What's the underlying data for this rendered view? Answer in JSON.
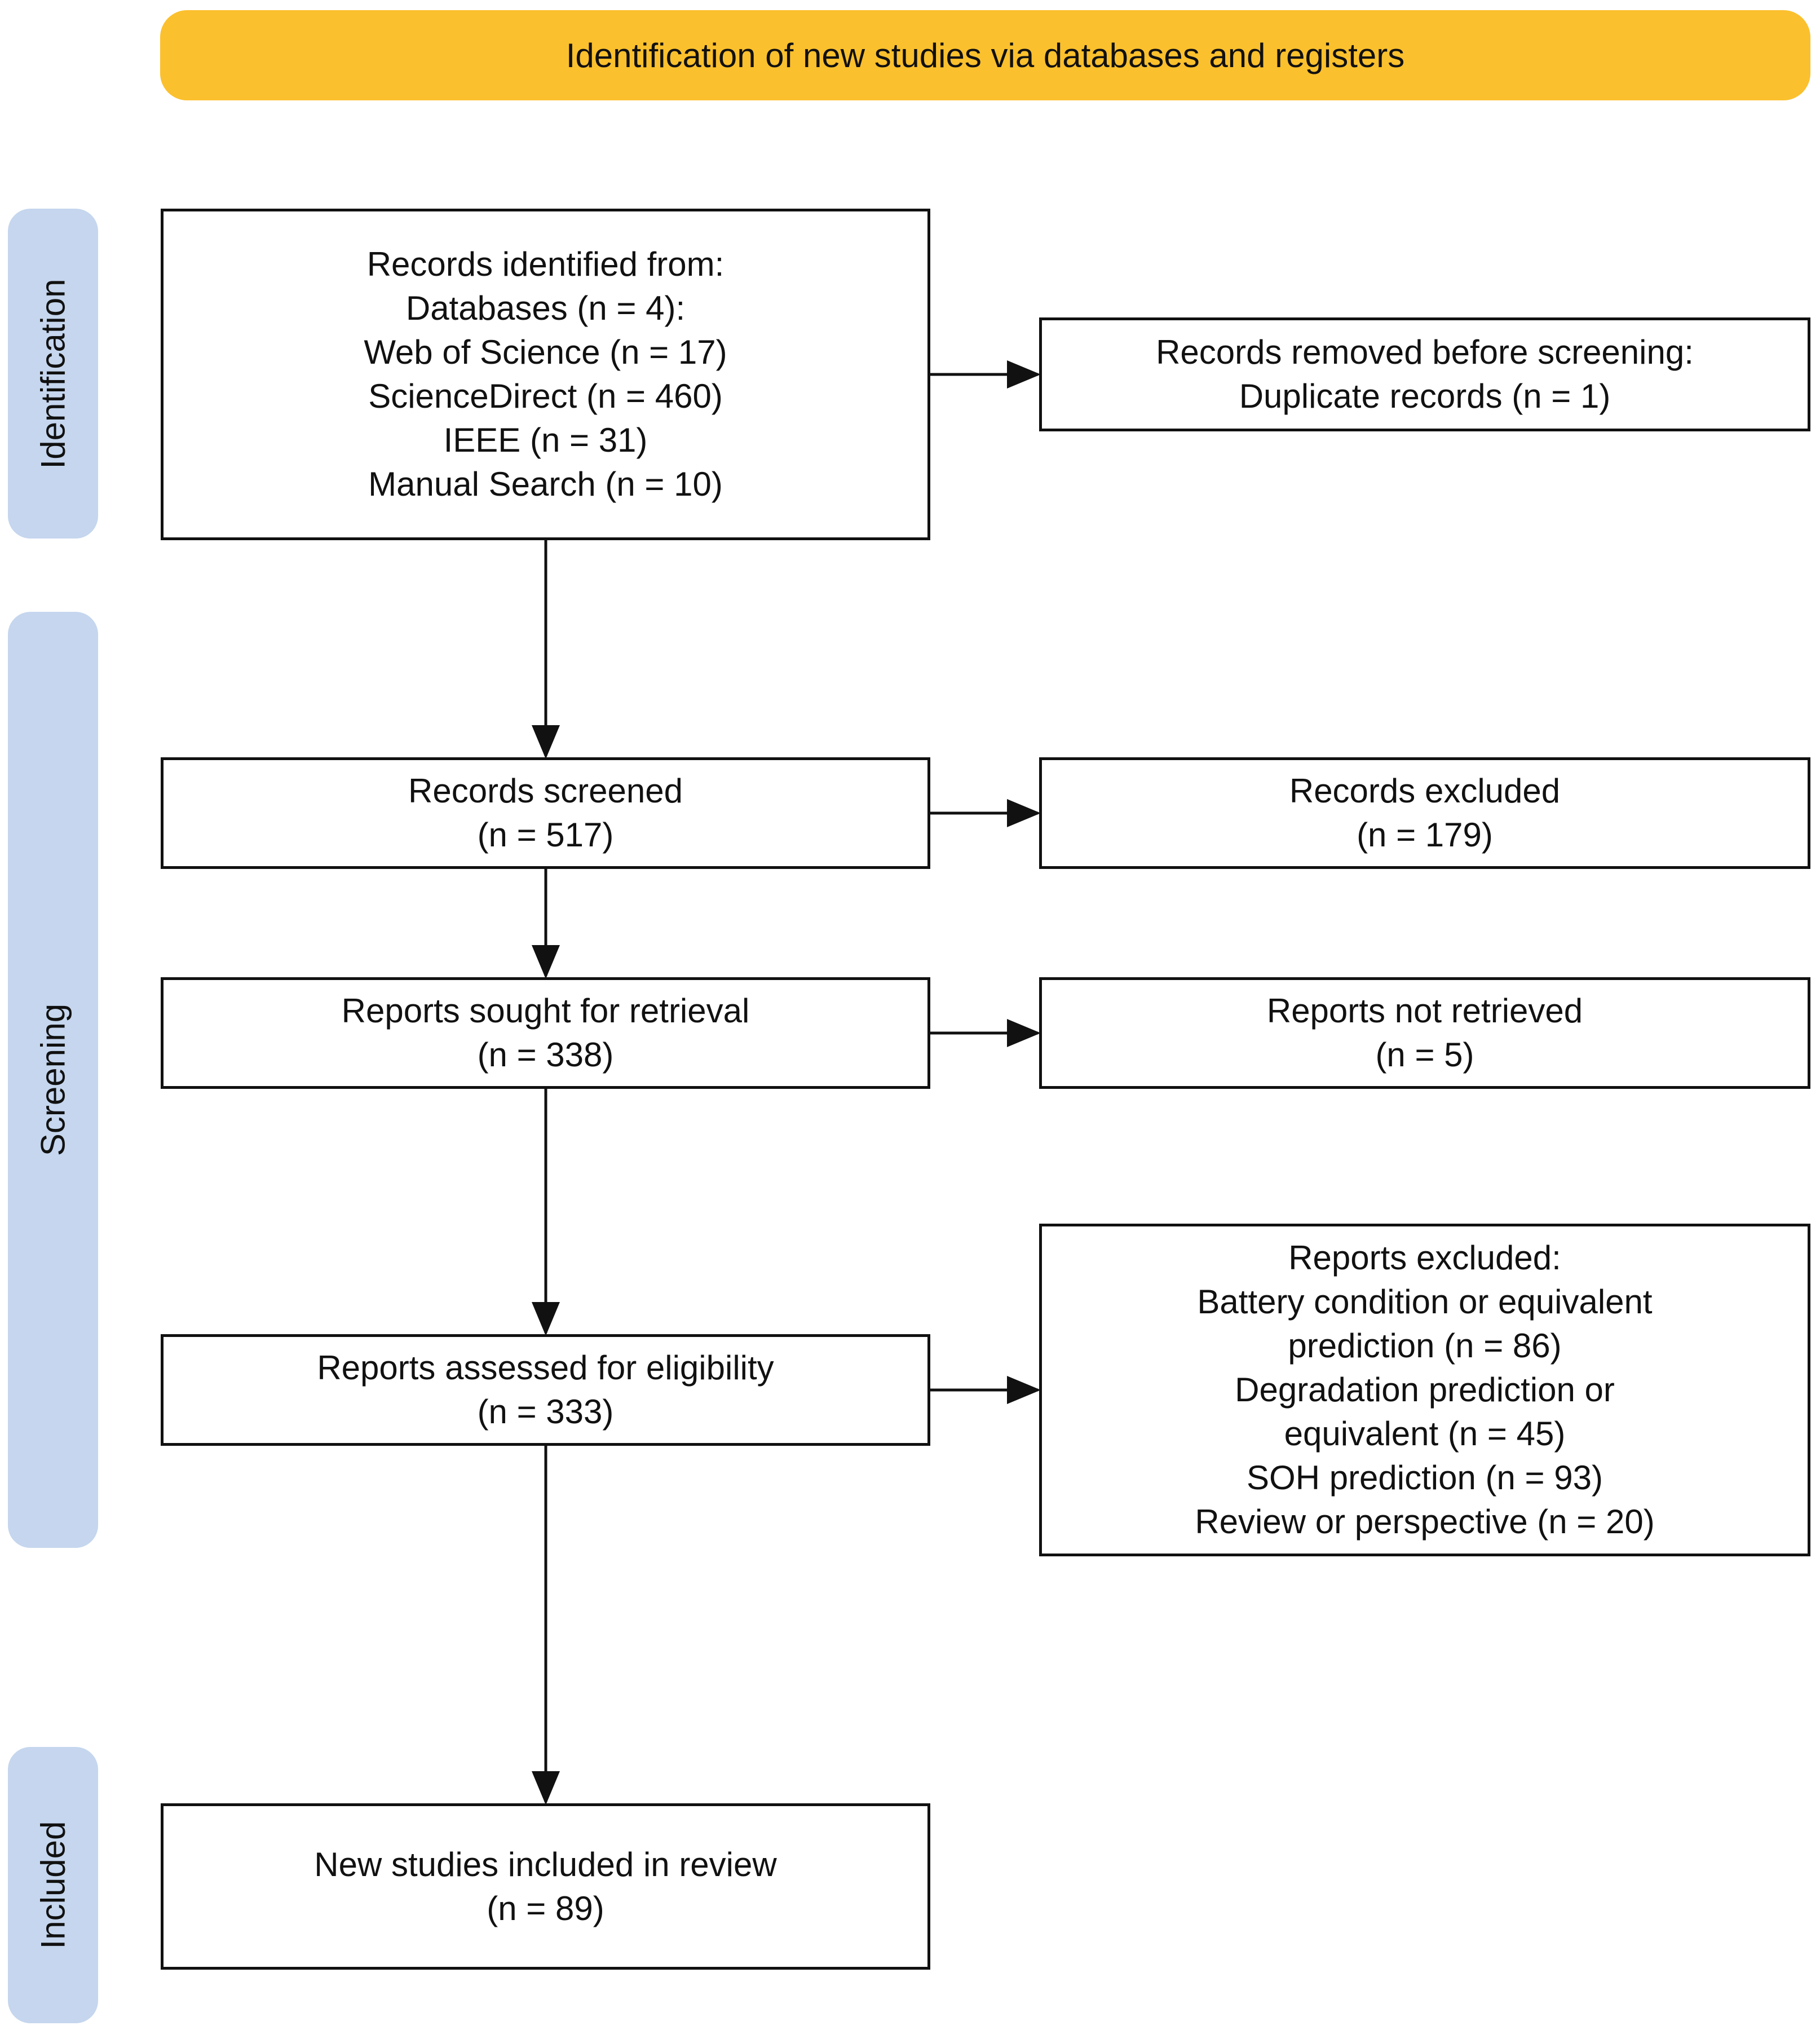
{
  "header": {
    "title": "Identification of new studies via databases and registers",
    "color": "#FBC02D"
  },
  "phases": {
    "identification": "Identification",
    "screening": "Screening",
    "included": "Included",
    "color": "#C5D6EE"
  },
  "boxes": {
    "records_identified": {
      "lines": [
        "Records identified from:",
        "Databases (n = 4):",
        "Web of Science (n = 17)",
        "ScienceDirect (n = 460)",
        "IEEE (n = 31)",
        "Manual Search (n = 10)"
      ]
    },
    "records_removed": {
      "lines": [
        "Records removed before screening:",
        "Duplicate records (n = 1)"
      ]
    },
    "records_screened": {
      "lines": [
        "Records screened",
        "(n = 517)"
      ]
    },
    "records_excluded": {
      "lines": [
        "Records excluded",
        "(n = 179)"
      ]
    },
    "reports_sought": {
      "lines": [
        "Reports sought for retrieval",
        "(n = 338)"
      ]
    },
    "reports_not_retrieved": {
      "lines": [
        "Reports not retrieved",
        "(n = 5)"
      ]
    },
    "reports_assessed": {
      "lines": [
        "Reports assessed for eligibility",
        "(n = 333)"
      ]
    },
    "reports_excluded": {
      "lines": [
        "Reports excluded:",
        "Battery condition or equivalent",
        "prediction (n = 86)",
        "Degradation prediction or",
        "equivalent (n = 45)",
        "SOH prediction (n = 93)",
        "Review or perspective (n = 20)"
      ]
    },
    "included": {
      "lines": [
        "New studies included in review",
        "(n = 89)"
      ]
    }
  }
}
